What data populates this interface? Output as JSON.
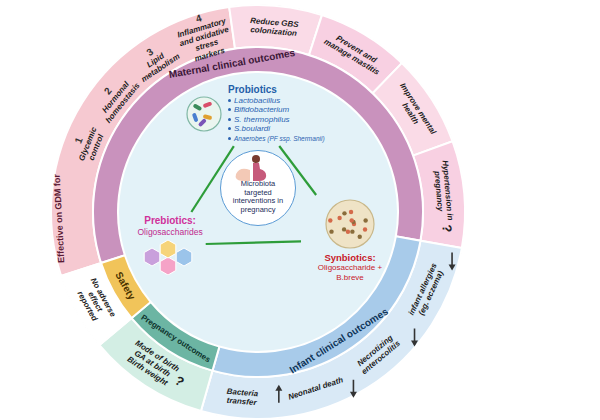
{
  "diagram": {
    "nodes": [
      {
        "text": [
          "Maternal clinical outcomes"
        ]
      },
      {
        "text": [
          "Effective on GDM for"
        ]
      },
      {
        "text": [
          "1",
          "Glycemic control"
        ],
        "in": 1
      },
      {
        "text": [
          "2",
          "Hormonal homeostasis"
        ],
        "in": 1
      },
      {
        "text": [
          "3",
          "Lipid metabolism"
        ],
        "in": 1
      },
      {
        "text": [
          "4",
          "Inflammatory and oxidative stress markers"
        ],
        "in": 1
      },
      {
        "text": [
          "Reduce GBS colonization"
        ]
      },
      {
        "text": [
          "Prevent and manage mastitis"
        ]
      },
      {
        "text": [
          "Improve mental health"
        ]
      },
      {
        "text": [
          "Hypertension in pregnancy",
          "?"
        ]
      },
      {
        "text": [
          "Infant clinical outcomes"
        ]
      },
      {
        "text": [
          "infant allergies (eg. eczema)"
        ]
      },
      {
        "text": [
          "Necrotizing enterocolitis"
        ]
      },
      {
        "text": [
          "Neonatal death"
        ]
      },
      {
        "text": [
          "Bacteria transfer"
        ]
      },
      {
        "text": [
          "Pregnancy outcomes"
        ]
      },
      {
        "text": [
          "Mode of birth",
          "GA at birth",
          "Birth weight",
          "?"
        ]
      },
      {
        "text": [
          "Safety"
        ]
      },
      {
        "text": [
          "No adverse effect reported"
        ]
      },
      {
        "text": [
          "Microbiota targeted interventions in pregnancy"
        ]
      },
      {
        "text": [
          "Probiotics",
          "Lactobacillus",
          "Bifidobacterium",
          "S. thermophilus",
          "S.boulardi",
          "Anaerobes (PF ssp. Shermanii)"
        ]
      },
      {
        "text": [
          "Prebiotics:",
          "Oligosaccharides"
        ]
      },
      {
        "text": [
          "Synbiotics:",
          "Oligosaccharide + B.breve"
        ]
      }
    ],
    "edges": [
      {
        "from": 20,
        "to": 21,
        "arrow": "none"
      },
      {
        "from": 21,
        "to": 22,
        "arrow": "none"
      },
      {
        "from": 22,
        "to": 20,
        "arrow": "none"
      }
    ]
  }
}
